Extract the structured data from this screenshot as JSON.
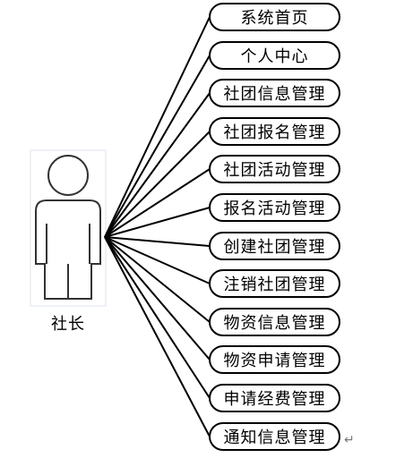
{
  "actor": {
    "label": "社长",
    "icon": "person-icon"
  },
  "use_cases": [
    "系统首页",
    "个人中心",
    "社团信息管理",
    "社团报名管理",
    "社团活动管理",
    "报名活动管理",
    "创建社团管理",
    "注销社团管理",
    "物资信息管理",
    "物资申请管理",
    "申请经费管理",
    "通知信息管理"
  ],
  "paragraph_mark": "↵"
}
